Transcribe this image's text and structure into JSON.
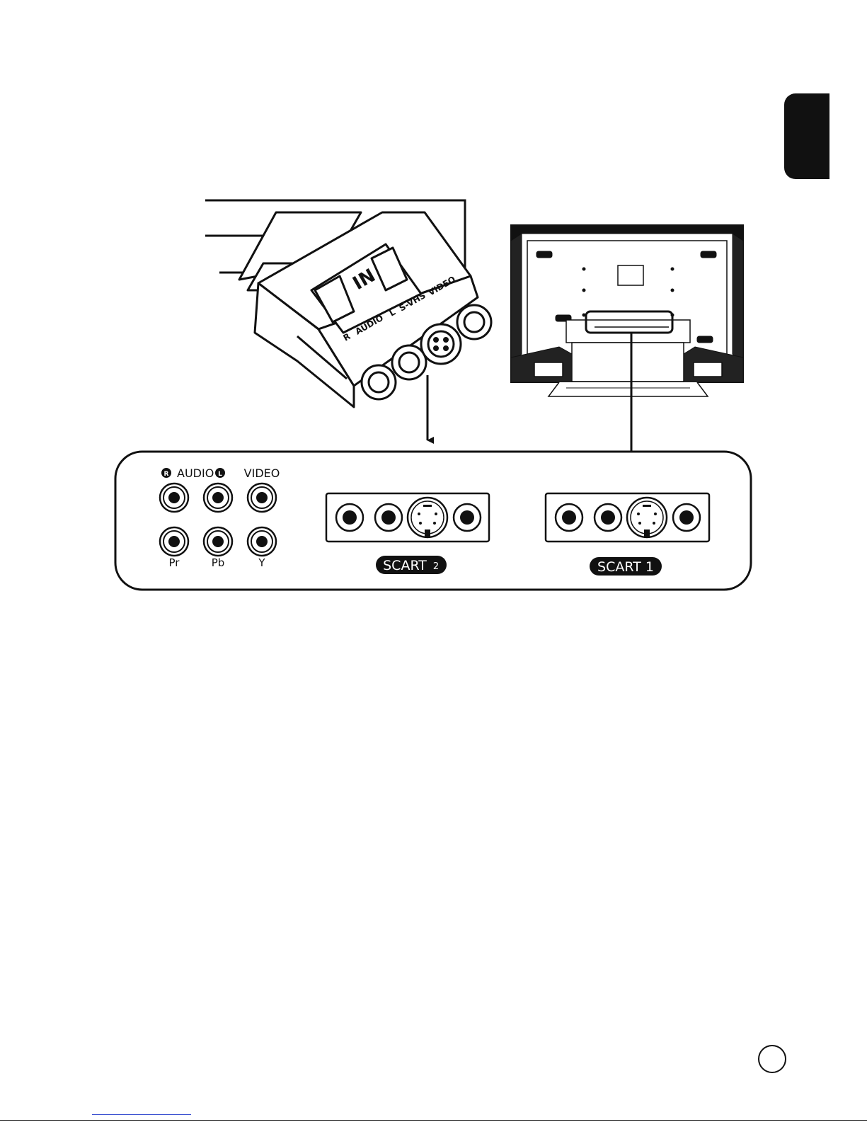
{
  "panel": {
    "audio_label": "AUDIO",
    "audio_r_badge": "R",
    "audio_l_badge": "L",
    "video_label": "VIDEO",
    "pr_label": "Pr",
    "pb_label": "Pb",
    "y_label": "Y",
    "scart2_label": "SCART",
    "scart2_num": "2",
    "scart1_label": "SCART 1"
  },
  "adapter": {
    "in_label": "IN",
    "r_label": "R",
    "audio_label": "AUDIO",
    "l_label": "L",
    "svhs_label": "S-VHS",
    "video_label": "VIDEO"
  },
  "colors": {
    "ink": "#111111",
    "background": "#ffffff",
    "link": "#3a4fd0"
  }
}
